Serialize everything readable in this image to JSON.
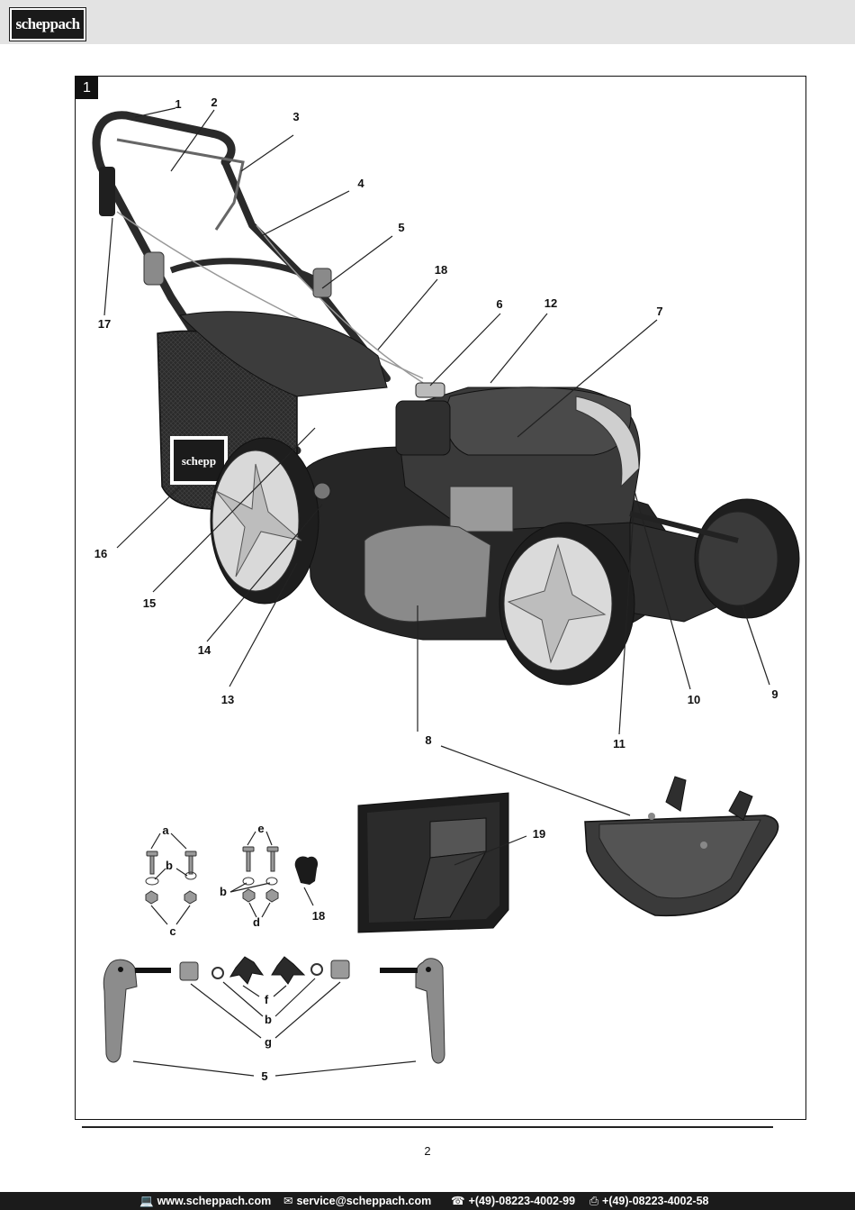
{
  "header": {
    "brand": "scheppach"
  },
  "figure": {
    "number": "1",
    "main_callouts": [
      "1",
      "2",
      "3",
      "4",
      "5",
      "18",
      "6",
      "12",
      "7",
      "17",
      "16",
      "15",
      "14",
      "13",
      "8",
      "11",
      "10",
      "9"
    ],
    "deflector_callout": "19",
    "hardware_callouts": [
      "a",
      "b",
      "c",
      "e",
      "b",
      "d",
      "18"
    ],
    "parts_callouts": [
      "f",
      "b",
      "g",
      "5"
    ]
  },
  "page": {
    "number": "2"
  },
  "footer": {
    "website_icon": "computer-icon",
    "website": "www.scheppach.com",
    "email_icon": "mail-icon",
    "email": "service@scheppach.com",
    "phone_icon": "telephone-icon",
    "phone": "+(49)-08223-4002-99",
    "fax_icon": "fax-icon",
    "fax": "+(49)-08223-4002-58"
  }
}
